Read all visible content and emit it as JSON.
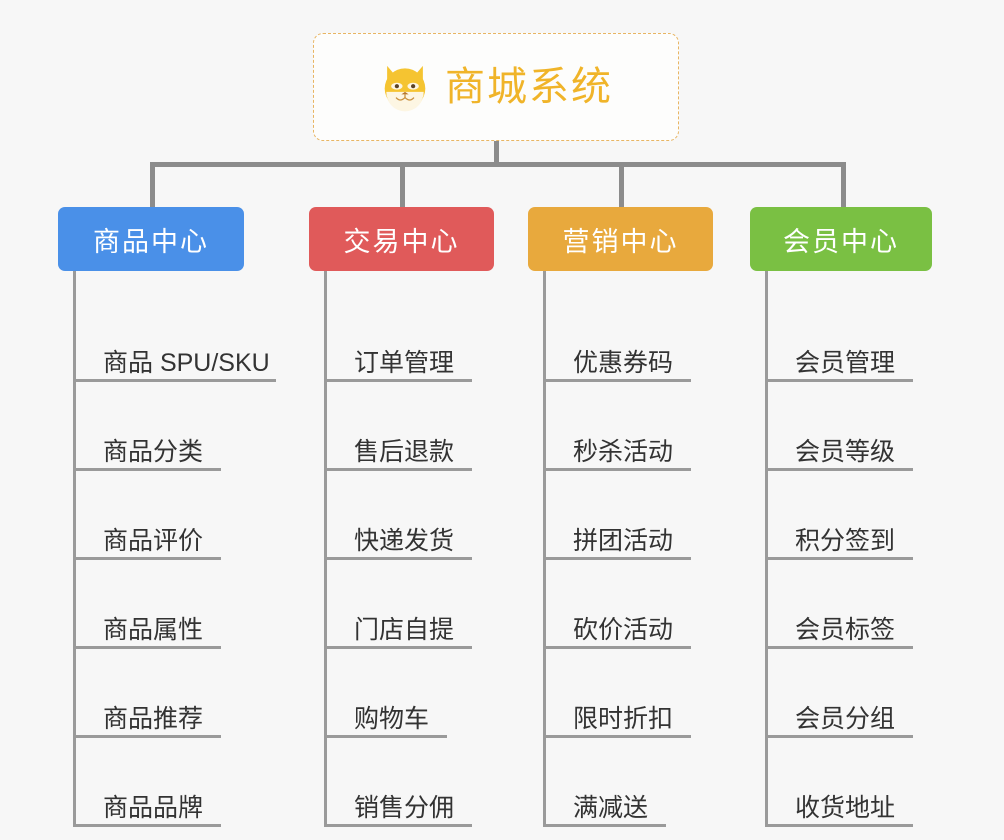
{
  "canvas": {
    "background_color": "#f7f7f7",
    "connector_color": "#8c8c8c",
    "leaf_line_color": "#9a9a9a",
    "leaf_text_color": "#333333"
  },
  "root": {
    "title": "商城系统",
    "icon": "shiba-dog-emoji",
    "border_color": "#e8b563",
    "text_color": "#f0b429",
    "background_color": "#fdfdfc"
  },
  "columns": [
    {
      "id": "product-center",
      "title": "商品中心",
      "color": "#4a90e8",
      "leaves": [
        "商品 SPU/SKU",
        "商品分类",
        "商品评价",
        "商品属性",
        "商品推荐",
        "商品品牌"
      ]
    },
    {
      "id": "trade-center",
      "title": "交易中心",
      "color": "#e05a5a",
      "leaves": [
        "订单管理",
        "售后退款",
        "快递发货",
        "门店自提",
        "购物车",
        "销售分佣"
      ]
    },
    {
      "id": "marketing-center",
      "title": "营销中心",
      "color": "#e8a93d",
      "leaves": [
        "优惠券码",
        "秒杀活动",
        "拼团活动",
        "砍价活动",
        "限时折扣",
        "满减送"
      ]
    },
    {
      "id": "member-center",
      "title": "会员中心",
      "color": "#7ac043",
      "leaves": [
        "会员管理",
        "会员等级",
        "积分签到",
        "会员标签",
        "会员分组",
        "收货地址"
      ]
    }
  ]
}
